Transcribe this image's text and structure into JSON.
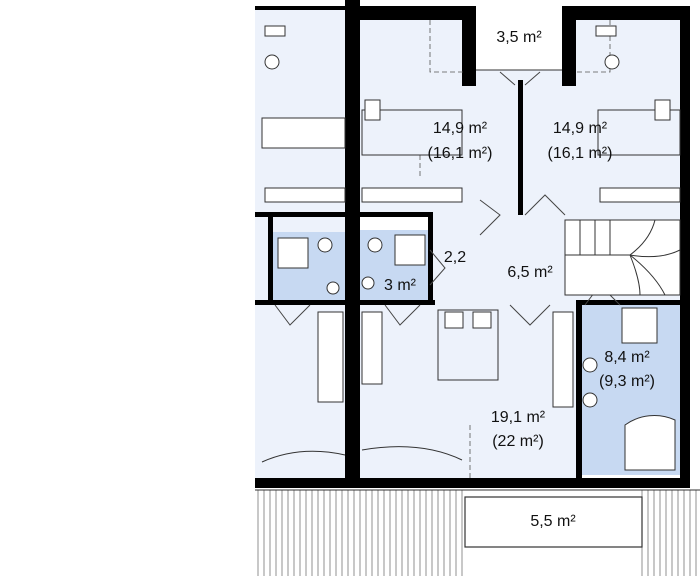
{
  "plan": {
    "colors": {
      "room_fill": "#edf2fb",
      "bath_fill": "#c7d9f2",
      "wall": "#000000",
      "line": "#333333",
      "background": "#ffffff"
    },
    "rooms": {
      "balcony_top": {
        "area": "3,5 m²"
      },
      "bedroom_left": {
        "area": "14,9 m²",
        "gross": "(16,1 m²)"
      },
      "bedroom_right": {
        "area": "14,9 m²",
        "gross": "(16,1 m²)"
      },
      "storage": {
        "area": "2,2"
      },
      "hall": {
        "area": "6,5 m²"
      },
      "wc": {
        "area": "3 m²"
      },
      "bathroom": {
        "area": "8,4 m²",
        "gross": "(9,3 m²)"
      },
      "bedroom_master": {
        "area": "19,1 m²",
        "gross": "(22 m²)"
      },
      "terrace": {
        "area": "5,5 m²"
      }
    }
  }
}
